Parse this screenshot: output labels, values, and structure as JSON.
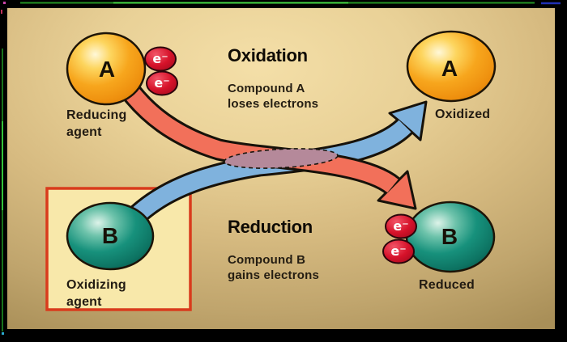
{
  "diagram": {
    "oxidation": {
      "title": "Oxidation",
      "description": "Compound A\nloses electrons"
    },
    "reduction": {
      "title": "Reduction",
      "description": "Compound B\ngains electrons"
    },
    "molecule_a_start": {
      "letter": "A",
      "label": "Reducing\nagent"
    },
    "molecule_a_end": {
      "letter": "A",
      "label": "Oxidized"
    },
    "molecule_b_start": {
      "letter": "B",
      "label": "Oxidizing\nagent"
    },
    "molecule_b_end": {
      "letter": "B",
      "label": "Reduced"
    },
    "electron_symbol": "e⁻"
  },
  "colors": {
    "frame": "#000000",
    "background_top": "#f3dda6",
    "background_bottom": "#a98f58",
    "sphere_a_fill": "#f7a61d",
    "sphere_b_fill": "#17917c",
    "electron_fill": "#d6122a",
    "electron_transfer_arrow": "#f2705a",
    "compound_path_arrow": "#7fb2dd",
    "overlap_lens": "#b5899a",
    "highlight_box_fill": "#f8e8aa",
    "highlight_box_border": "#d93b1c",
    "artifact_green": "#2eb82e"
  }
}
